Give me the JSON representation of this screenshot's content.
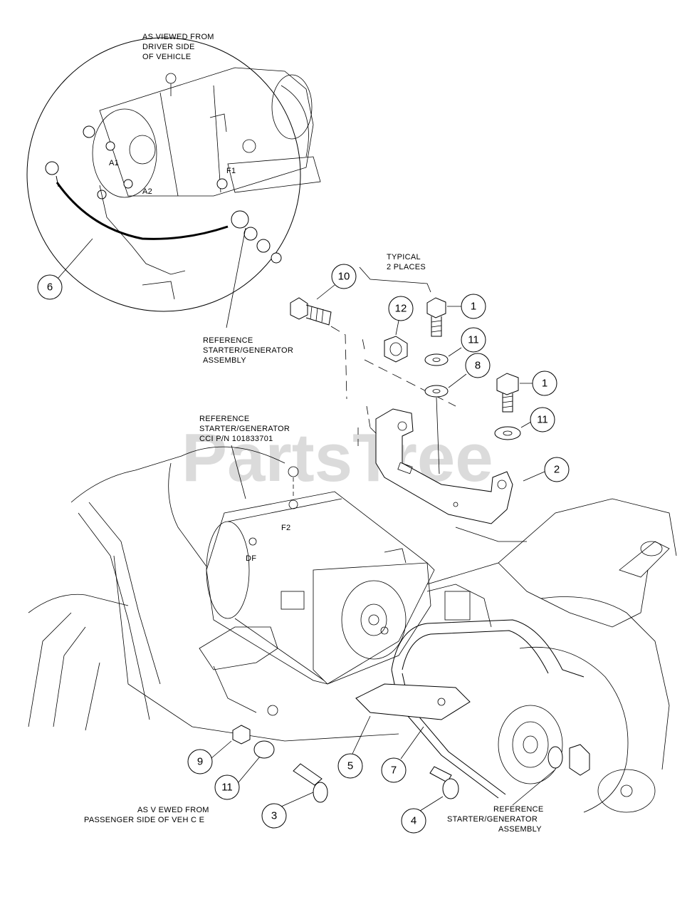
{
  "watermark": "PartsTree",
  "notes": {
    "driver_view": [
      "AS VIEWED FROM",
      "DRIVER SIDE",
      "OF VEHICLE"
    ],
    "typical": [
      "TYPICAL",
      "2 PLACES"
    ],
    "ref_assembly_top": [
      "REFERENCE",
      "STARTER/GENERATOR",
      "ASSEMBLY"
    ],
    "ref_part": [
      "REFERENCE",
      "STARTER/GENERATOR",
      "CCI P/N 101833701"
    ],
    "passenger_view": [
      "AS V EWED FROM",
      "PASSENGER SIDE OF VEH C E"
    ],
    "ref_assembly_bottom": [
      "REFERENCE",
      "STARTER/GENERATOR",
      "ASSEMBLY"
    ]
  },
  "terminals": {
    "a1": "A1",
    "a2": "A2",
    "f1": "F1",
    "f2": "F2",
    "df": "DF"
  },
  "callouts": {
    "c6": "6",
    "c10": "10",
    "c12": "12",
    "c1a": "1",
    "c11a": "11",
    "c8": "8",
    "c1b": "1",
    "c11b": "11",
    "c2": "2",
    "c9": "9",
    "c11c": "11",
    "c3": "3",
    "c5": "5",
    "c7": "7",
    "c4": "4"
  }
}
